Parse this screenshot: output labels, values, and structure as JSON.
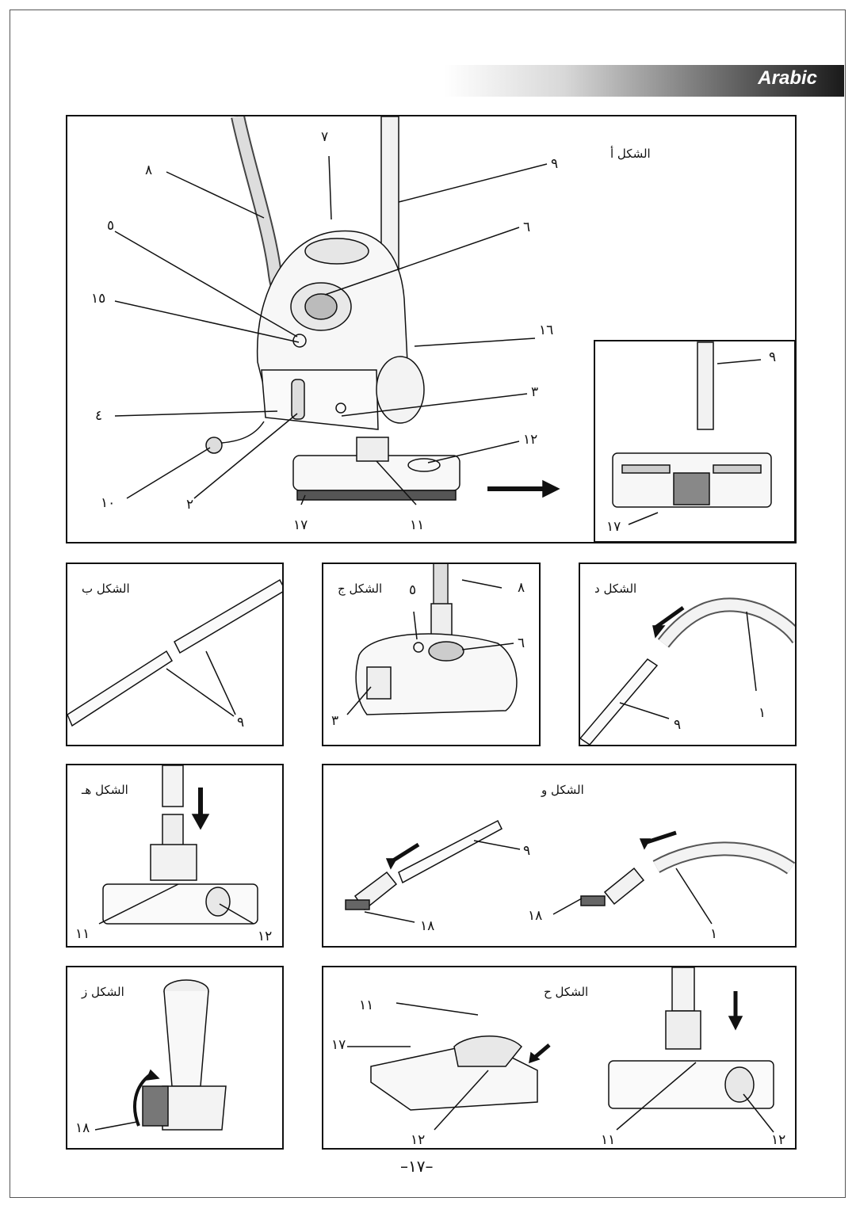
{
  "header": {
    "language_label": "Arabic"
  },
  "figures": {
    "a": {
      "title": "الشكل أ",
      "callouts": [
        "٧",
        "٨",
        "٩",
        "٥",
        "٦",
        "١٥",
        "١٦",
        "٣",
        "٤",
        "١٢",
        "١٠",
        "٢",
        "١٧",
        "١١"
      ]
    },
    "a_inset": {
      "callouts": [
        "٩",
        "١٧"
      ]
    },
    "b": {
      "title": "الشكل ب",
      "callouts": [
        "٩"
      ]
    },
    "c": {
      "title": "الشكل ج",
      "callouts": [
        "٥",
        "٨",
        "٦",
        "٣"
      ]
    },
    "d": {
      "title": "الشكل د",
      "callouts": [
        "١",
        "٩"
      ]
    },
    "e": {
      "title": "الشكل هـ",
      "callouts": [
        "١١",
        "١٢"
      ]
    },
    "f": {
      "title": "الشكل و",
      "callouts": [
        "٩",
        "١٨",
        "١٨",
        "١"
      ]
    },
    "g": {
      "title": "الشكل ز",
      "callouts": [
        "١٨"
      ]
    },
    "h": {
      "title": "الشكل ح",
      "callouts": [
        "١١",
        "١٧",
        "١٢",
        "١١",
        "١٢"
      ]
    }
  },
  "footer": {
    "page_number": "–١٧–"
  }
}
